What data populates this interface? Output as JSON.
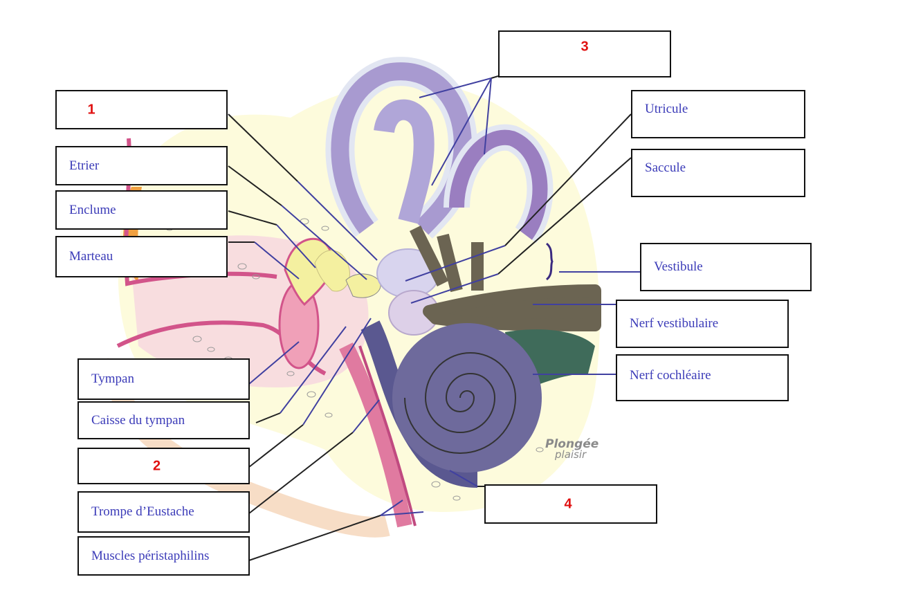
{
  "colors": {
    "label_text": "#3b3bb8",
    "number_text": "#e01010",
    "leader_dark": "#222222",
    "leader_blue": "#4040a0",
    "ear_canal": "#e07aa0",
    "ossicles": "#f4f0a0",
    "labyrinth": "#9a8ec8",
    "cochlea": "#6e6a9c",
    "nerve_vestibular": "#6b6452",
    "nerve_cochlear": "#3f6b5a",
    "bone_background": "#fdfbd8"
  },
  "labels": {
    "n1": "1",
    "etrier": "Etrier",
    "enclume": "Enclume",
    "marteau": "Marteau",
    "tympan": "Tympan",
    "caisse": "Caisse du tympan",
    "n2": "2",
    "trompe": "Trompe d’Eustache",
    "muscles": "Muscles péristaphilins",
    "n3": "3",
    "utricule": "Utricule",
    "saccule": "Saccule",
    "vestibule": "Vestibule",
    "nerf_vestibulaire": "Nerf vestibulaire",
    "nerf_cochleaire": "Nerf cochléaire",
    "n4": "4"
  },
  "watermark": {
    "line1": "Plongée",
    "line2": "plaisir"
  }
}
